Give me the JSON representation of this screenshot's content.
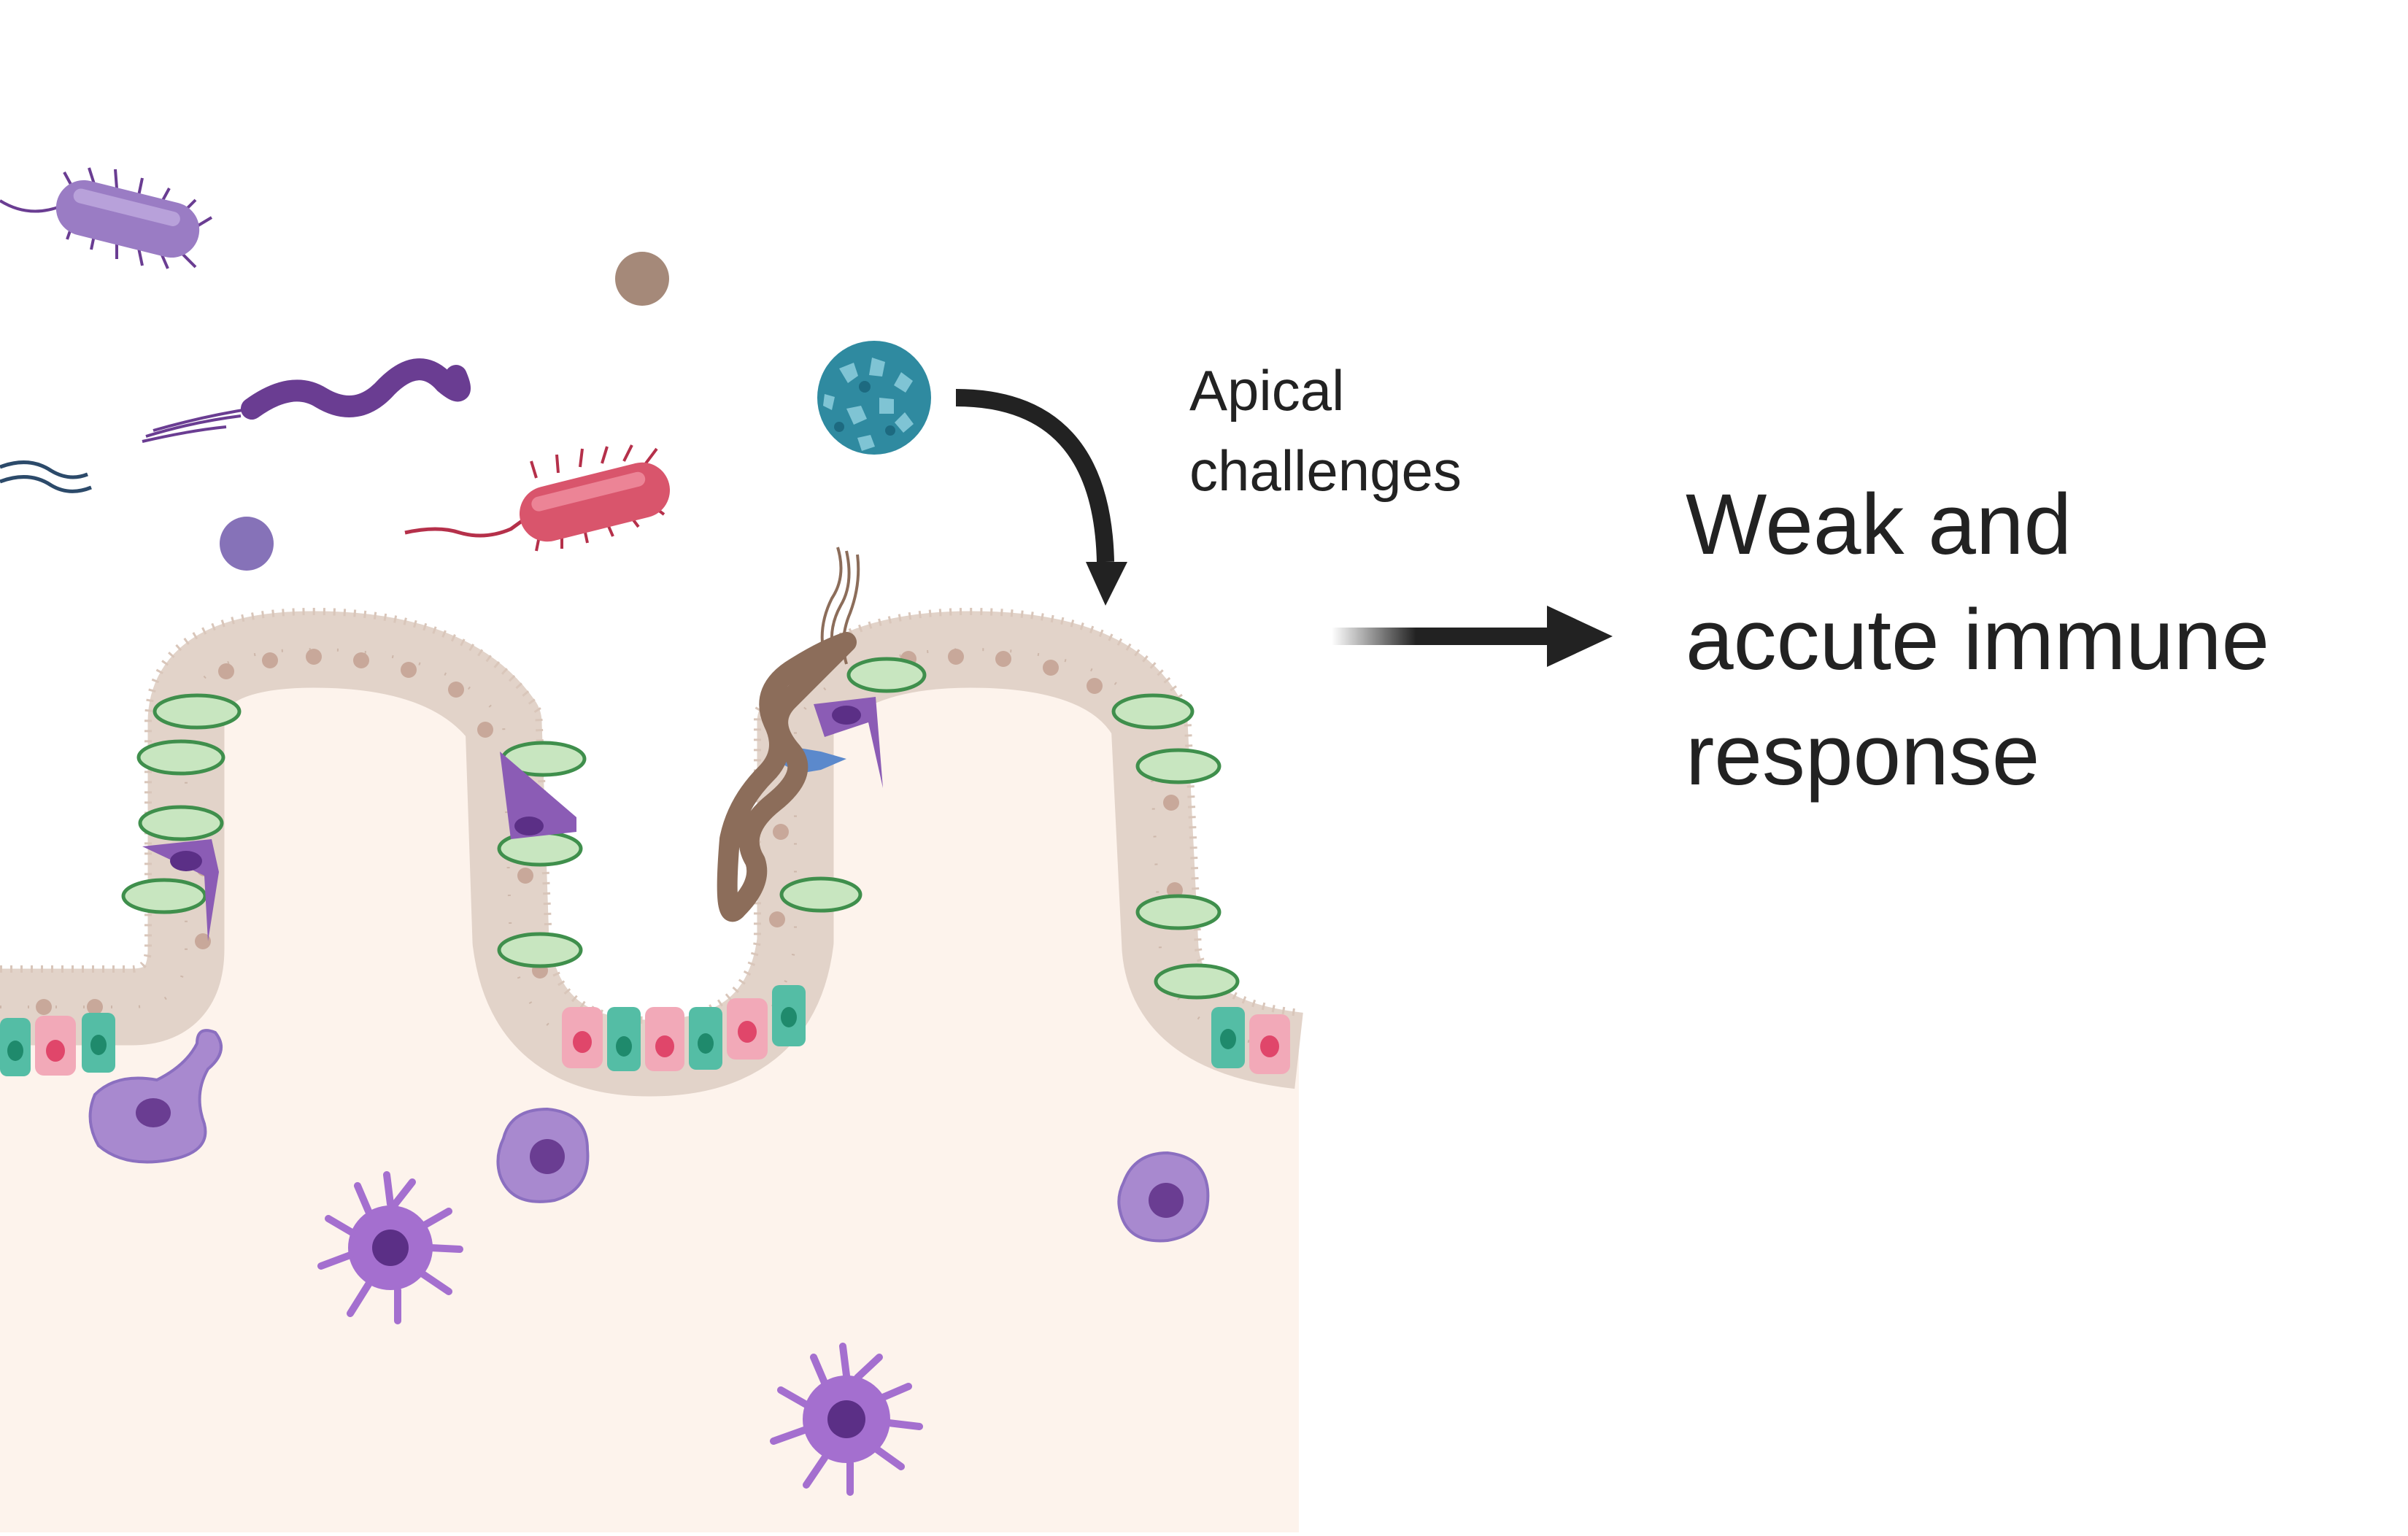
{
  "labels": {
    "apical_line1": "Apical",
    "apical_line2": "challenges",
    "response_line1": "Weak and",
    "response_line2": "accute immune",
    "response_line3": "response"
  },
  "colors": {
    "tissue": "#fdf3ec",
    "epithelium": "#e2d3c9",
    "epithelium_nucleus": "#c8a89a",
    "goblet_cell": "#5fa86a",
    "tuft_cell": "#8b5cb5",
    "paneth_cell": "#e46d8a",
    "stem_cell": "#54bda5",
    "immune_cell": "#a889cf",
    "arrow": "#222222",
    "bacterium_purple": "#9a7cc4",
    "bacterium_red": "#d9556c",
    "spirochete": "#6a3d92",
    "virus": "#2f8aa0",
    "helminth": "#8c6d5a"
  },
  "icons": [
    "rod-bacterium-purple-icon",
    "rod-bacterium-red-icon",
    "spirochete-icon",
    "coccus-purple-icon",
    "coccus-brown-icon",
    "virus-particle-icon",
    "flagella-icon",
    "helminth-worm-icon",
    "curved-arrow-icon",
    "right-arrow-icon",
    "intestinal-villi-icon",
    "goblet-cell-icon",
    "tuft-cell-icon",
    "dendritic-cell-icon",
    "macrophage-icon"
  ]
}
